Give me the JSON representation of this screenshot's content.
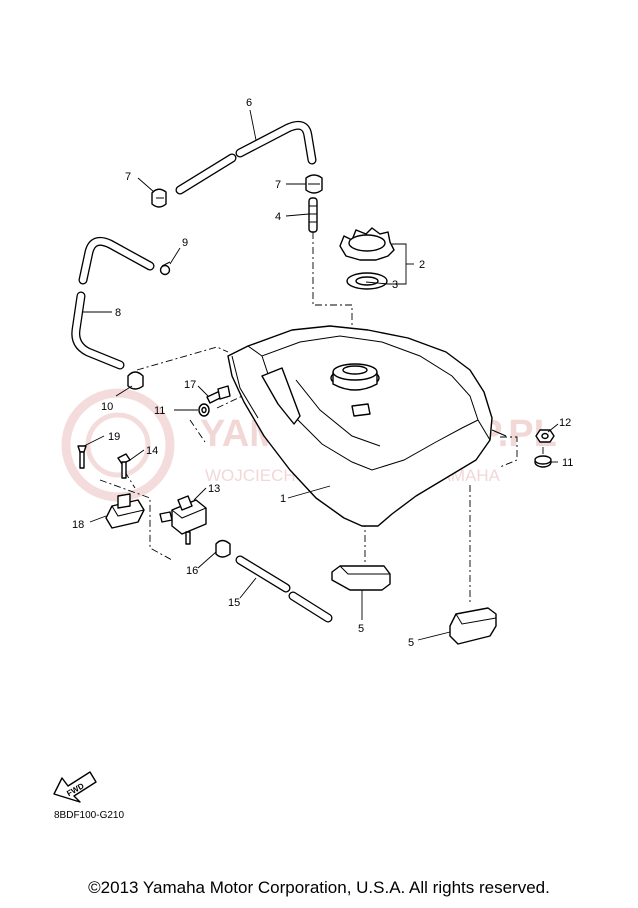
{
  "diagram": {
    "code": "8BDF100-G210",
    "copyright": "©2013 Yamaha Motor Corporation, U.S.A. All rights reserved.",
    "fwd_label": "FWD",
    "watermark": {
      "title": "YAMAHA-SKLEP.PL",
      "subtitle": "WOJCIECHOWICZ DEALER YAMAHA"
    },
    "callouts": {
      "c1": "1",
      "c2": "2",
      "c3": "3",
      "c4": "4",
      "c5a": "5",
      "c5b": "5",
      "c6": "6",
      "c7a": "7",
      "c7b": "7",
      "c8": "8",
      "c9": "9",
      "c10": "10",
      "c11a": "11",
      "c11b": "11",
      "c12": "12",
      "c13": "13",
      "c14": "14",
      "c15": "15",
      "c16": "16",
      "c17": "17",
      "c18": "18",
      "c19": "19"
    }
  }
}
